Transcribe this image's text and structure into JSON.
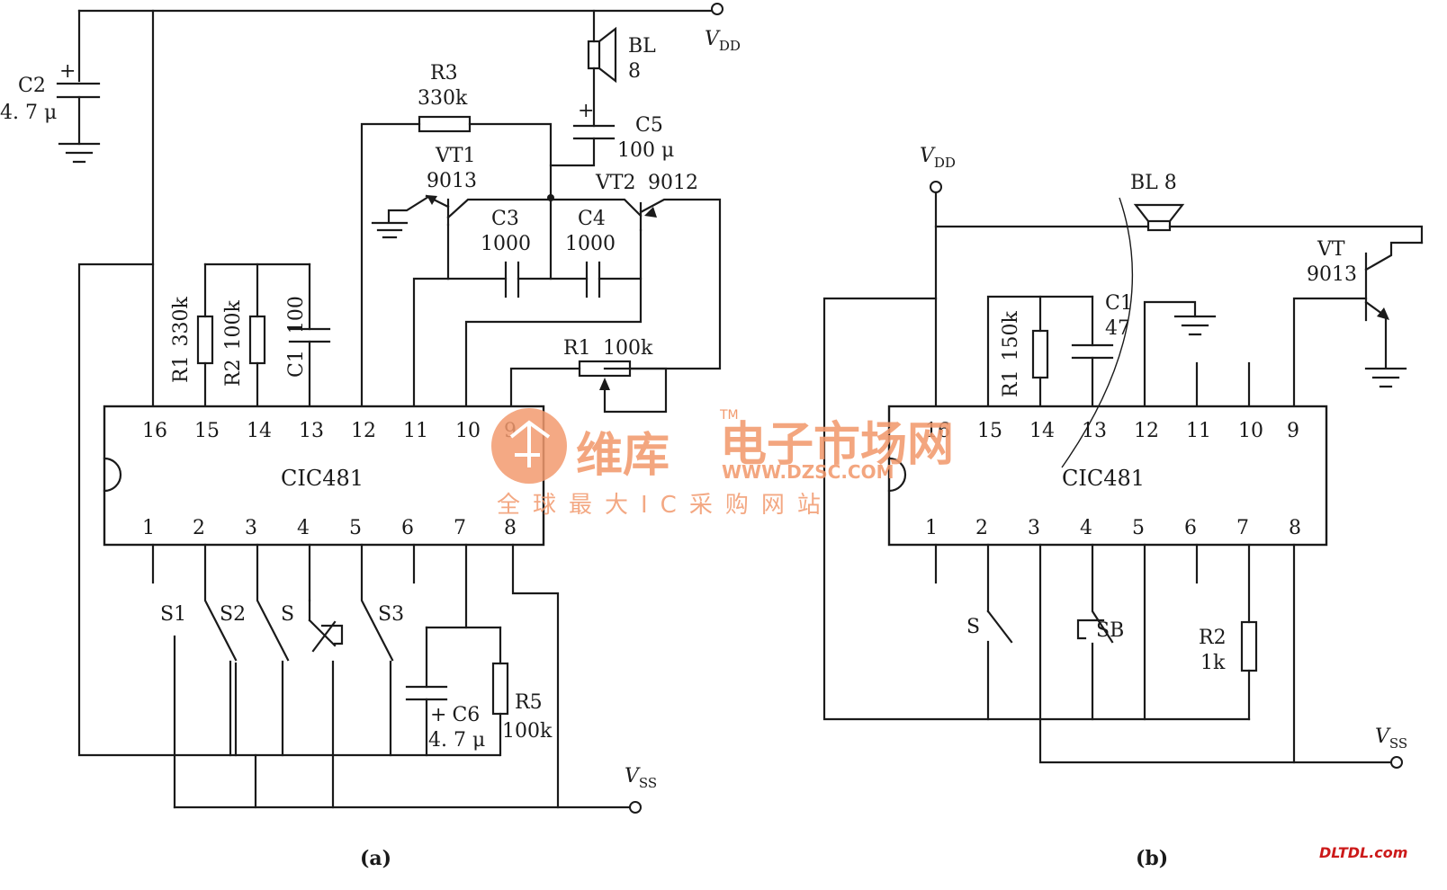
{
  "circuit_a": {
    "chip": "CIC481",
    "pins_top": [
      "16",
      "15",
      "14",
      "13",
      "12",
      "11",
      "10",
      "9"
    ],
    "pins_bottom": [
      "1",
      "2",
      "3",
      "4",
      "5",
      "6",
      "7",
      "8"
    ],
    "vdd": "V",
    "vdd_sub": "DD",
    "vss": "V",
    "vss_sub": "SS",
    "c2": {
      "name": "C2",
      "value": "4. 7 μ",
      "plus": "+"
    },
    "bl": {
      "name": "BL",
      "value": "8"
    },
    "r3": {
      "name": "R3",
      "value": "330k"
    },
    "c5": {
      "name": "C5",
      "value": "100 μ",
      "plus": "+"
    },
    "vt1": {
      "name": "VT1",
      "value": "9013"
    },
    "vt2": {
      "name": "VT2",
      "value": "9012"
    },
    "c3": {
      "name": "C3",
      "value": "1000"
    },
    "c4": {
      "name": "C4",
      "value": "1000"
    },
    "r1": {
      "name": "R1",
      "value": "330k"
    },
    "r2": {
      "name": "R2",
      "value": "100k"
    },
    "c1": {
      "name": "C1",
      "value": "100"
    },
    "rp1": {
      "name": "R1",
      "value": "100k"
    },
    "s1": "S1",
    "s2": "S2",
    "s": "S",
    "s3": "S3",
    "c6": {
      "name": "C6",
      "value": "4. 7 μ",
      "plus": "+"
    },
    "r5": {
      "name": "R5",
      "value": "100k"
    },
    "caption": "(a)"
  },
  "circuit_b": {
    "chip": "CIC481",
    "pins_top": [
      "16",
      "15",
      "14",
      "13",
      "12",
      "11",
      "10",
      "9"
    ],
    "pins_bottom": [
      "1",
      "2",
      "3",
      "4",
      "5",
      "6",
      "7",
      "8"
    ],
    "vdd": "V",
    "vdd_sub": "DD",
    "vss": "V",
    "vss_sub": "SS",
    "bl": "BL  8",
    "vt": {
      "name": "VT",
      "value": "9013"
    },
    "r1": {
      "name": "R1",
      "value": "150k"
    },
    "c1": {
      "name": "C1",
      "value": "47"
    },
    "s": "S",
    "sb": "SB",
    "r2": {
      "name": "R2",
      "value": "1k"
    },
    "caption": "(b)"
  },
  "watermark": {
    "brand": "维库",
    "tagline": "电子市场网",
    "url": "WWW.DZSC.COM",
    "slogan": "全球最大IC采购网站",
    "tm": "TM"
  },
  "corner_mark": "DLTDL.com",
  "colors": {
    "ink": "#1a1a1a",
    "watermark": "#f29a6e",
    "corner": "#cc1a1a"
  }
}
